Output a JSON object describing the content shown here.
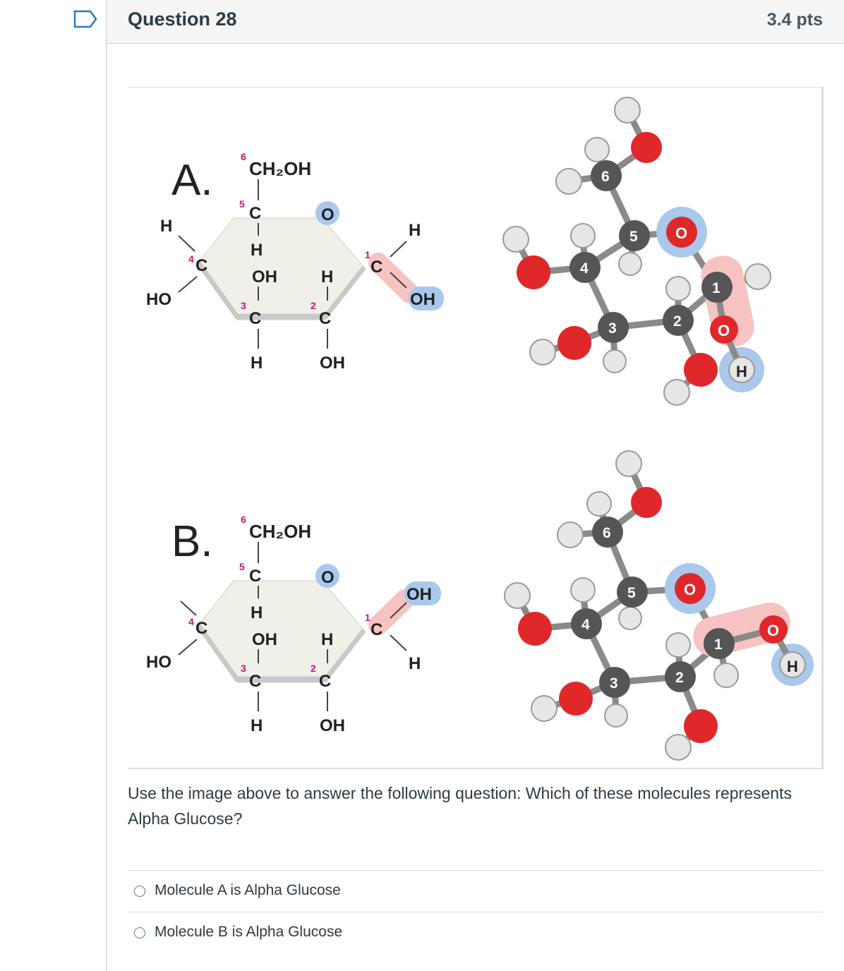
{
  "question": {
    "title": "Question 28",
    "points": "3.4 pts",
    "text": "Use the image above to answer the following question: Which of these molecules represents Alpha Glucose?"
  },
  "figure": {
    "A": {
      "letter": "A.",
      "c6": "6",
      "ch2oh": "CH₂OH",
      "c5": "5",
      "c4": "4",
      "c3": "3",
      "c2": "2",
      "c1": "1",
      "c_sym": "C",
      "o": "O",
      "h": "H",
      "oh": "OH",
      "ho": "HO",
      "ball_numbers": [
        "6",
        "5",
        "4",
        "3",
        "2",
        "1"
      ],
      "ball_o": "O",
      "ball_h": "H"
    },
    "B": {
      "letter": "B.",
      "c6": "6",
      "ch2oh": "CH₂OH",
      "c5": "5",
      "c4": "4",
      "c3": "3",
      "c2": "2",
      "c1": "1",
      "c_sym": "C",
      "o": "O",
      "h": "H",
      "oh": "OH",
      "ho": "HO",
      "ball_numbers": [
        "6",
        "5",
        "4",
        "3",
        "2",
        "1"
      ],
      "ball_o": "O",
      "ball_h": "H"
    }
  },
  "answers": [
    {
      "label": "Molecule A is Alpha Glucose"
    },
    {
      "label": "Molecule B is Alpha Glucose"
    }
  ],
  "colors": {
    "carbon_ball": "#555555",
    "oxygen_ball": "#e0282a",
    "hydrogen_ball": "#e6e6e6",
    "blue_halo": "#a9c8ec",
    "pink_halo": "#f6c2c2",
    "ring_fill": "#f0efe8",
    "number_magenta": "#c2186b"
  }
}
